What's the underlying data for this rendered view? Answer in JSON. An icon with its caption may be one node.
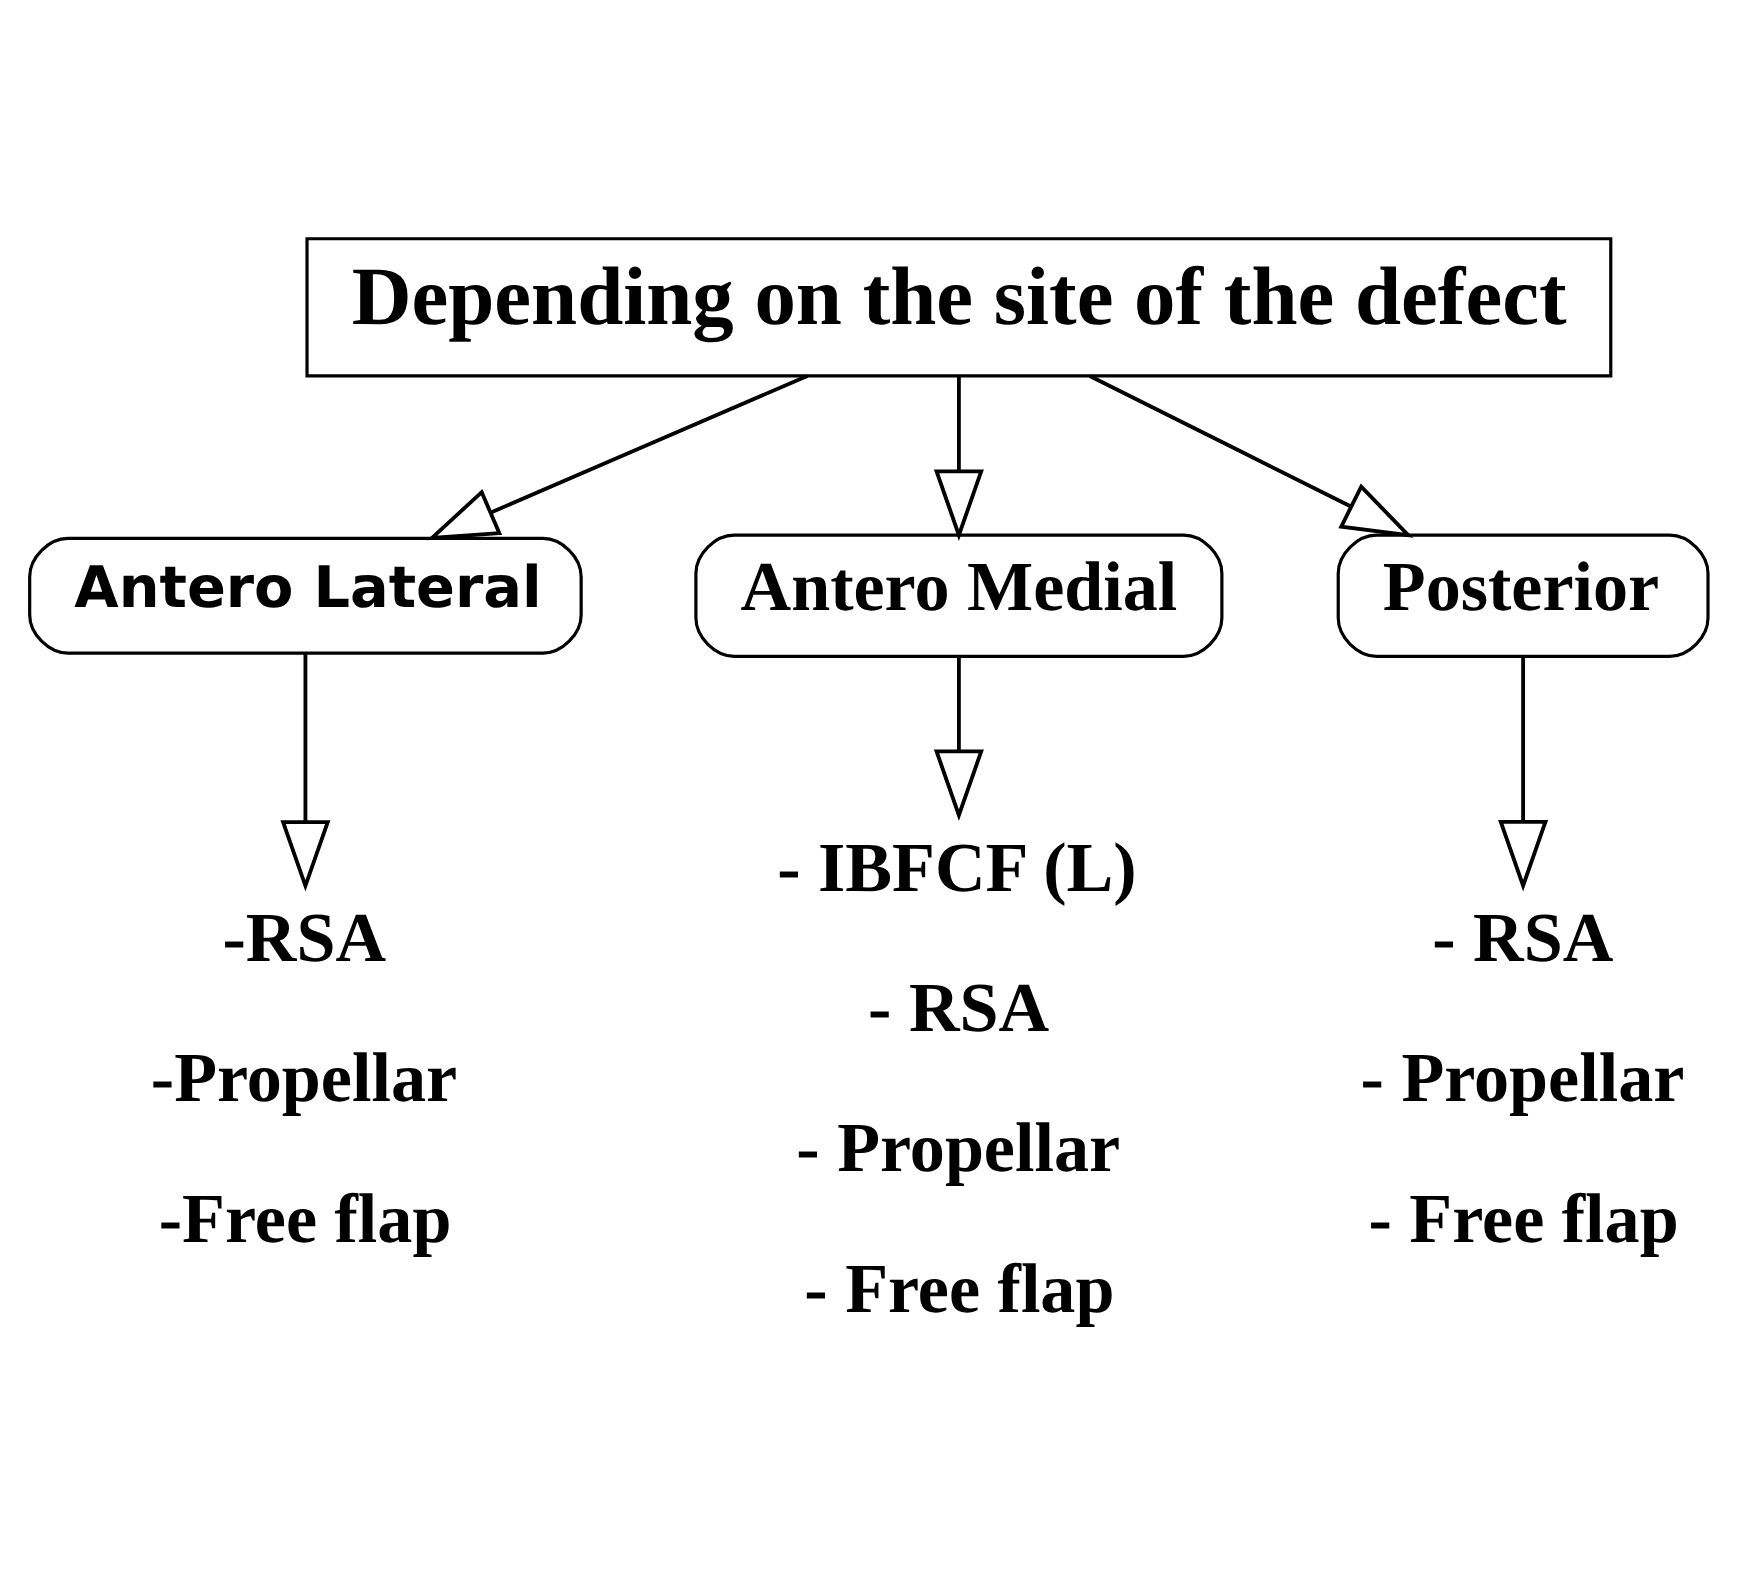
{
  "diagram": {
    "nodes": [
      {
        "text": [
          "Depending on the site of the defect"
        ]
      },
      {
        "text": [
          "Antero Lateral"
        ]
      },
      {
        "text": [
          "Antero Medial"
        ]
      },
      {
        "text": [
          "Posterior"
        ]
      },
      {
        "text": [
          "-RSA",
          "-Propellar",
          "-Free flap"
        ]
      },
      {
        "text": [
          "- IBFCF (L)",
          "- RSA",
          "- Propellar",
          "- Free flap"
        ]
      },
      {
        "text": [
          "- RSA",
          "- Propellar",
          "- Free flap"
        ]
      }
    ],
    "edges": [
      {
        "from": 0,
        "to": 1,
        "arrow": "to"
      },
      {
        "from": 0,
        "to": 2,
        "arrow": "to"
      },
      {
        "from": 0,
        "to": 3,
        "arrow": "to"
      },
      {
        "from": 1,
        "to": 4,
        "arrow": "to"
      },
      {
        "from": 2,
        "to": 5,
        "arrow": "to"
      },
      {
        "from": 3,
        "to": 6,
        "arrow": "to"
      }
    ]
  }
}
